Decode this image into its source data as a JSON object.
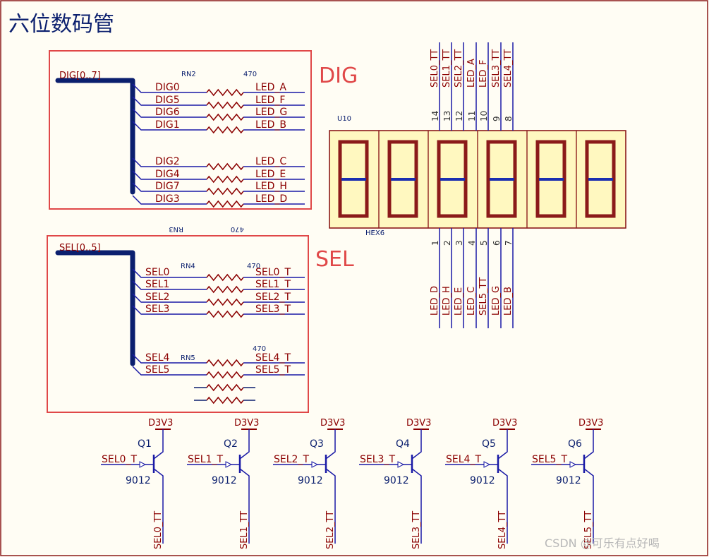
{
  "title": "六位数码管",
  "dig_section": {
    "label": "DIG",
    "bus": "DIG[0..7]",
    "rn_top": {
      "name": "RN2",
      "value": "470"
    },
    "rn_bottom": {
      "name": "RN3",
      "value": "470"
    },
    "rows": [
      {
        "net": "DIG0",
        "led": "LED_A"
      },
      {
        "net": "DIG5",
        "led": "LED_F"
      },
      {
        "net": "DIG6",
        "led": "LED_G"
      },
      {
        "net": "DIG1",
        "led": "LED_B"
      },
      {
        "net": "DIG2",
        "led": "LED_C"
      },
      {
        "net": "DIG4",
        "led": "LED_E"
      },
      {
        "net": "DIG7",
        "led": "LED_H"
      },
      {
        "net": "DIG3",
        "led": "LED_D"
      }
    ]
  },
  "sel_section": {
    "label": "SEL",
    "bus": "SEL[0..5]",
    "rn_top": {
      "name": "RN4",
      "value": "470"
    },
    "rn_bottom": {
      "name": "RN5",
      "value": "470"
    },
    "rows": [
      {
        "net": "SEL0",
        "out": "SEL0_T"
      },
      {
        "net": "SEL1",
        "out": "SEL1_T"
      },
      {
        "net": "SEL2",
        "out": "SEL2_T"
      },
      {
        "net": "SEL3",
        "out": "SEL3_T"
      },
      {
        "net": "SEL4",
        "out": "SEL4_T"
      },
      {
        "net": "SEL5",
        "out": "SEL5_T"
      }
    ]
  },
  "display": {
    "ref": "U10",
    "part": "HEX6",
    "digit_count": 6,
    "top_pins": [
      {
        "num": "14",
        "net": "SEL0_TT"
      },
      {
        "num": "13",
        "net": "SEL1_TT"
      },
      {
        "num": "12",
        "net": "SEL2_TT"
      },
      {
        "num": "11",
        "net": "LED_A"
      },
      {
        "num": "10",
        "net": "LED_F"
      },
      {
        "num": "9",
        "net": "SEL3_TT"
      },
      {
        "num": "8",
        "net": "SEL4_TT"
      }
    ],
    "bottom_pins": [
      {
        "num": "1",
        "net": "LED_D"
      },
      {
        "num": "2",
        "net": "LED_H"
      },
      {
        "num": "3",
        "net": "LED_E"
      },
      {
        "num": "4",
        "net": "LED_C"
      },
      {
        "num": "5",
        "net": "SEL5_TT"
      },
      {
        "num": "6",
        "net": "LED_G"
      },
      {
        "num": "7",
        "net": "LED_B"
      }
    ]
  },
  "transistors": [
    {
      "ref": "Q1",
      "part": "9012",
      "supply": "D3V3",
      "base": "SEL0_T",
      "collector": "SEL0_TT"
    },
    {
      "ref": "Q2",
      "part": "9012",
      "supply": "D3V3",
      "base": "SEL1_T",
      "collector": "SEL1_TT"
    },
    {
      "ref": "Q3",
      "part": "9012",
      "supply": "D3V3",
      "base": "SEL2_T",
      "collector": "SEL2_TT"
    },
    {
      "ref": "Q4",
      "part": "9012",
      "supply": "D3V3",
      "base": "SEL3_T",
      "collector": "SEL3_TT"
    },
    {
      "ref": "Q5",
      "part": "9012",
      "supply": "D3V3",
      "base": "SEL4_T",
      "collector": "SEL4_TT"
    },
    {
      "ref": "Q6",
      "part": "9012",
      "supply": "D3V3",
      "base": "SEL5_T",
      "collector": "SEL5_TT"
    }
  ],
  "watermark": "CSDN @可乐有点好喝",
  "colors": {
    "wire": "#1a1aa6",
    "bus": "#0b1f6e",
    "label": "#8b0000",
    "highlight": "#e04848",
    "display_fill": "#fff8c0",
    "display_border": "#8b1a1a"
  }
}
